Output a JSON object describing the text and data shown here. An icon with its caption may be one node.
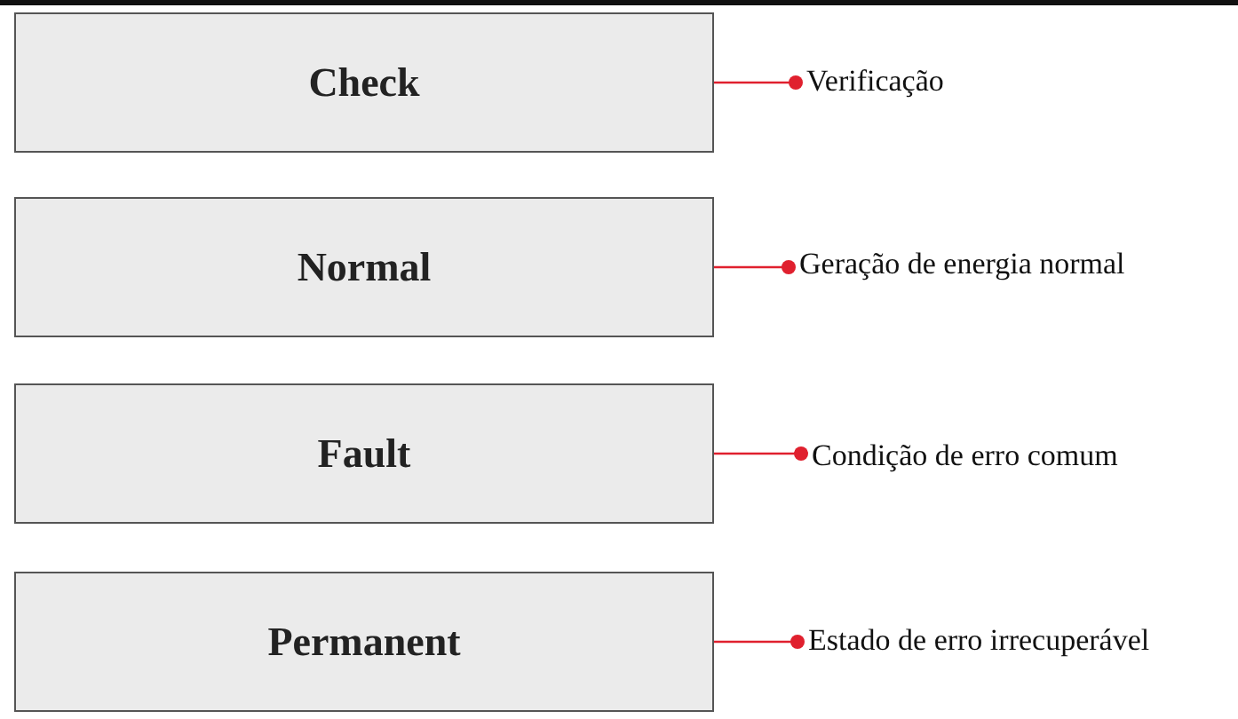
{
  "diagram": {
    "nodes": [
      {
        "text": [
          "Check"
        ]
      },
      {
        "text": [
          "Normal"
        ]
      },
      {
        "text": [
          "Fault"
        ]
      },
      {
        "text": [
          "Permanent"
        ]
      },
      {
        "text": [
          "Verificação"
        ]
      },
      {
        "text": [
          "Geração de energia normal"
        ]
      },
      {
        "text": [
          "Condição de erro comum"
        ]
      },
      {
        "text": [
          "Estado de erro irrecuperável"
        ]
      }
    ],
    "edges": [
      {
        "from": 0,
        "to": 4,
        "arrow": "other",
        "color": "#e0202e"
      },
      {
        "from": 1,
        "to": 5,
        "arrow": "other",
        "color": "#e0202e"
      },
      {
        "from": 2,
        "to": 6,
        "arrow": "other",
        "color": "#e0202e"
      },
      {
        "from": 3,
        "to": 7,
        "arrow": "other",
        "color": "#e0202e"
      }
    ]
  }
}
